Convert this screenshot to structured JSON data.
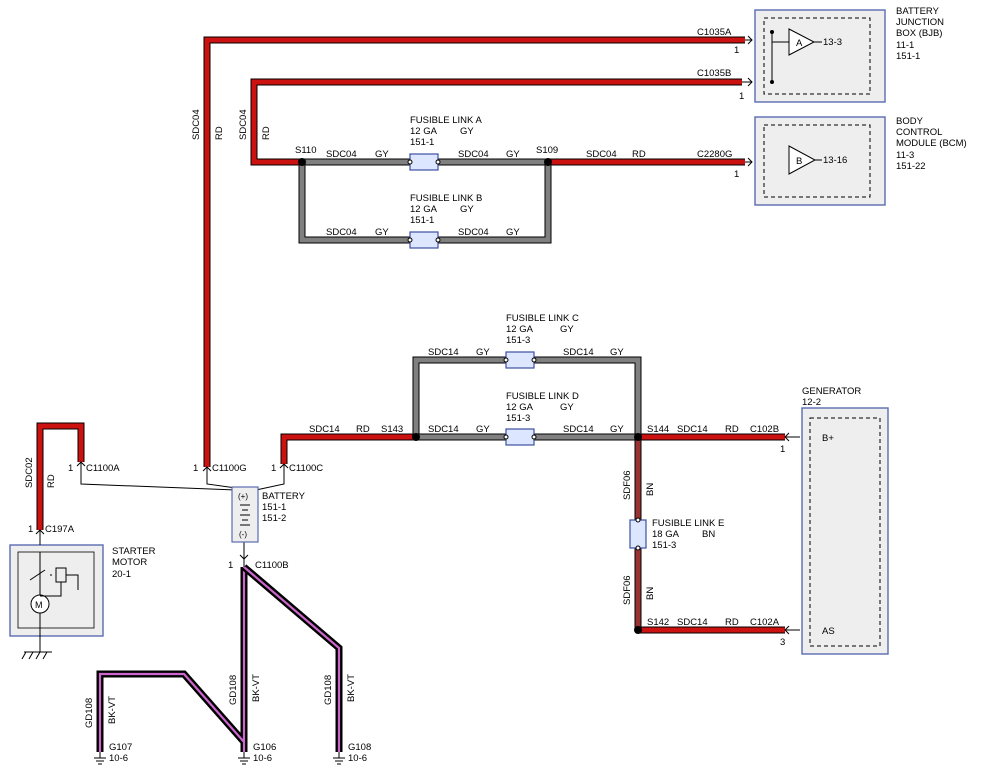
{
  "modules": {
    "bjb": {
      "name_line1": "BATTERY",
      "name_line2": "JUNCTION",
      "name_line3": "BOX (BJB)",
      "ref1": "11-1",
      "ref2": "151-1",
      "pin_a": "A",
      "pin_a_ref": "13-3"
    },
    "bcm": {
      "name_line1": "BODY",
      "name_line2": "CONTROL",
      "name_line3": "MODULE (BCM)",
      "ref1": "11-3",
      "ref2": "151-22",
      "pin_b": "B",
      "pin_b_ref": "13-16"
    },
    "generator": {
      "name": "GENERATOR",
      "ref": "12-2",
      "pin_bplus": "B+",
      "pin_as": "AS"
    },
    "starter": {
      "name_line1": "STARTER",
      "name_line2": "MOTOR",
      "ref": "20-1"
    },
    "battery": {
      "name": "BATTERY",
      "ref1": "151-1",
      "ref2": "151-2",
      "plus": "(+)",
      "minus": "(-)"
    }
  },
  "connectors": {
    "c1035a": "C1035A",
    "c1035a_pin": "1",
    "c1035b": "C1035B",
    "c1035b_pin": "1",
    "c2280g": "C2280G",
    "c2280g_pin": "1",
    "c102b": "C102B",
    "c102b_pin": "1",
    "c102a": "C102A",
    "c102a_pin": "3",
    "c1100a": "C1100A",
    "c1100a_pin": "1",
    "c1100g": "C1100G",
    "c1100g_pin": "1",
    "c1100c": "C1100C",
    "c1100c_pin": "1",
    "c197a": "C197A",
    "c197a_pin": "1",
    "c1100b": "C1100B",
    "c1100b_pin": "1"
  },
  "splices": {
    "s110": "S110",
    "s109": "S109",
    "s143": "S143",
    "s144": "S144",
    "s142": "S142"
  },
  "fusible_links": {
    "a": {
      "name": "FUSIBLE LINK A",
      "gauge": "12 GA",
      "color": "GY",
      "ref": "151-1"
    },
    "b": {
      "name": "FUSIBLE LINK B",
      "gauge": "12 GA",
      "color": "GY",
      "ref": "151-1"
    },
    "c": {
      "name": "FUSIBLE LINK C",
      "gauge": "12 GA",
      "color": "GY",
      "ref": "151-3"
    },
    "d": {
      "name": "FUSIBLE LINK D",
      "gauge": "12 GA",
      "color": "GY",
      "ref": "151-3"
    },
    "e": {
      "name": "FUSIBLE LINK E",
      "gauge": "18 GA",
      "color": "BN",
      "ref": "151-3"
    }
  },
  "wires": {
    "sdc04": "SDC04",
    "sdc14": "SDC14",
    "sdc02": "SDC02",
    "sdf06": "SDF06",
    "gd108": "GD108",
    "rd": "RD",
    "gy": "GY",
    "bn": "BN",
    "bkvt": "BK-VT"
  },
  "grounds": {
    "g107": "G107",
    "g107_ref": "10-6",
    "g106": "G106",
    "g106_ref": "10-6",
    "g108": "G108",
    "g108_ref": "10-6"
  }
}
